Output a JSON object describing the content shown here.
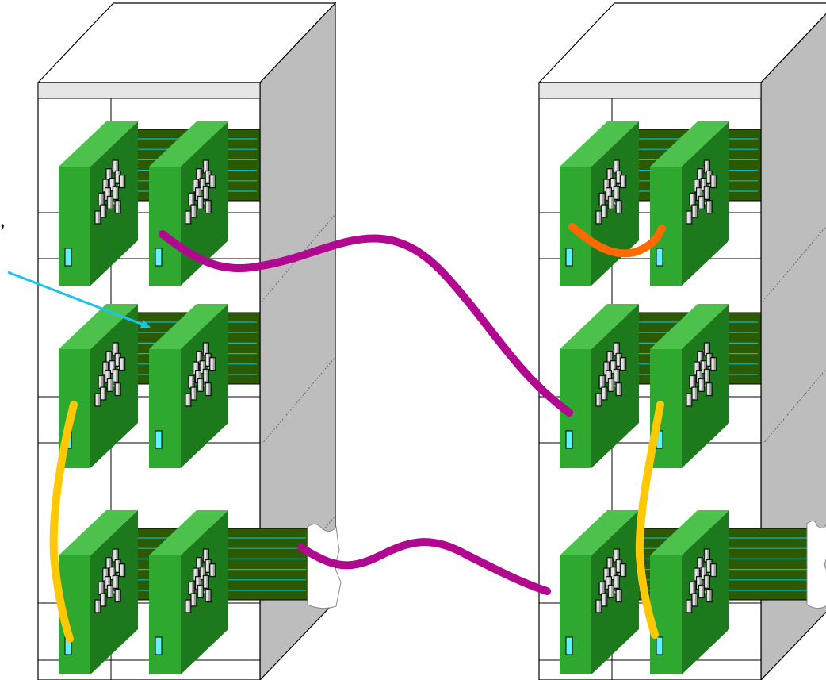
{
  "diagram": {
    "visible_text": ",",
    "colors": {
      "background": "#ffffff",
      "rack_top": "#ffffff",
      "rack_shelf_strip": "#e6e6e6",
      "rack_side": "#bdbdbd",
      "rack_outline": "#000000",
      "board": "#2fa82f",
      "board_side": "#1c7a1c",
      "board_edge": "#4cc24c",
      "backplane": "#2b5a00",
      "backplane_lines": "#00bcd4",
      "chip": "#9a9a9a",
      "chip_light": "#e4e4e4",
      "connector": "#5ff5ff",
      "cable_magenta": "#b0088f",
      "cable_yellow": "#ffc800",
      "cable_orange": "#ff6a00",
      "pointer_arrow": "#19c4f0"
    },
    "racks": [
      {
        "name": "rack-left",
        "shelves": 3,
        "boards_per_shelf": 2
      },
      {
        "name": "rack-right",
        "shelves": 3,
        "boards_per_shelf": 2
      }
    ],
    "cables": [
      {
        "name": "cable-left-top-to-right-middle",
        "color": "magenta"
      },
      {
        "name": "cable-left-bottom-to-right-bottom",
        "color": "magenta"
      },
      {
        "name": "cable-left-middle-to-left-bottom",
        "color": "yellow"
      },
      {
        "name": "cable-right-middle-to-right-bottom",
        "color": "yellow"
      },
      {
        "name": "cable-right-top-loopback",
        "color": "orange"
      }
    ],
    "pointer": {
      "name": "pointer-arrow",
      "color": "cyan"
    }
  }
}
